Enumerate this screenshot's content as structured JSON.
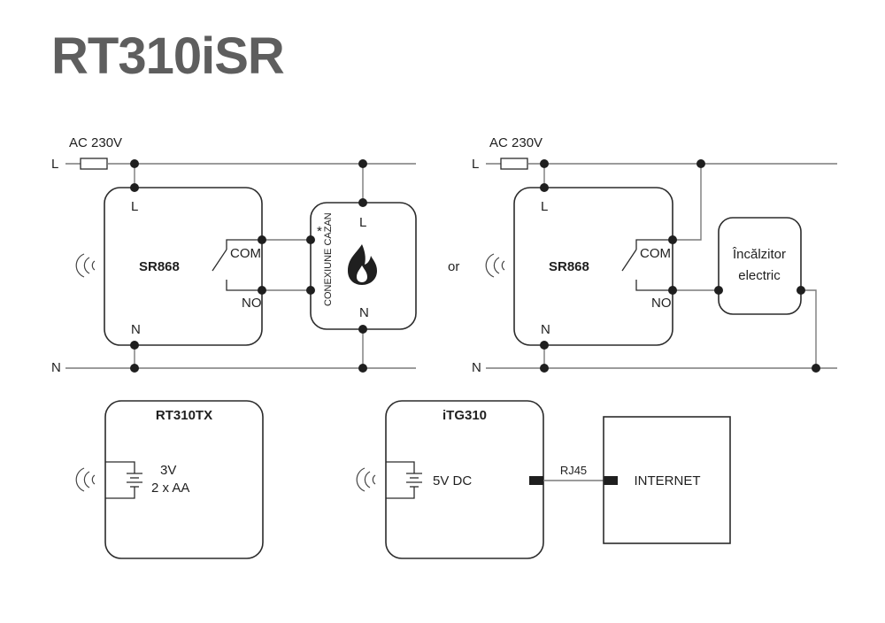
{
  "title": "RT310iSR",
  "left_diagram": {
    "supply": "AC 230V",
    "line_L": "L",
    "line_N": "N",
    "receiver": {
      "name": "SR868",
      "L": "L",
      "N": "N",
      "com": "COM",
      "no": "NO"
    },
    "boiler": {
      "connection": "CONEXIUNE CAZAN",
      "asterisk": "*",
      "L": "L",
      "N": "N",
      "icon": "flame-icon"
    }
  },
  "or_label": "or",
  "right_diagram": {
    "supply": "AC 230V",
    "line_L": "L",
    "line_N": "N",
    "receiver": {
      "name": "SR868",
      "L": "L",
      "N": "N",
      "com": "COM",
      "no": "NO"
    },
    "heater": {
      "line1": "Încălzitor",
      "line2": "electric"
    }
  },
  "thermostat": {
    "name": "RT310TX",
    "voltage": "3V",
    "battery": "2 x AA"
  },
  "gateway": {
    "name": "iTG310",
    "power": "5V DC",
    "cable": "RJ45",
    "internet": "INTERNET"
  },
  "colors": {
    "title": "#5e5e5e",
    "wire": "#7a7a7a",
    "outline": "#2b2b2b"
  }
}
